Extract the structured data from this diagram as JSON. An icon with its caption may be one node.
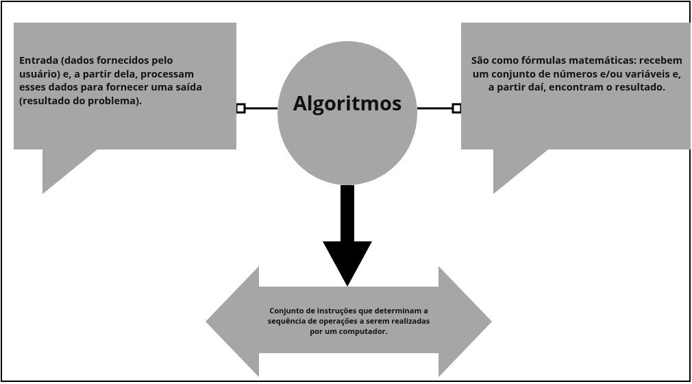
{
  "diagram": {
    "nodes": [
      {
        "text": [
          "Entrada (dados fornecidos pelo usuário) e, a partir dela, processam esses dados para fornecer uma saída (resultado do problema)."
        ]
      },
      {
        "text": [
          "Algoritmos"
        ]
      },
      {
        "text": [
          "São como fórmulas matemáticas: recebem um conjunto de números e/ou variáveis e, a partir daí, encontram o resultado."
        ]
      },
      {
        "text": [
          "Conjunto de instruções que determinam a sequência de operações a serem realizadas por um computador."
        ]
      }
    ],
    "edges": [
      {
        "from": 1,
        "to": 0,
        "arrow": "other"
      },
      {
        "from": 1,
        "to": 2,
        "arrow": "other"
      },
      {
        "from": 1,
        "to": 3,
        "arrow": "to",
        "style": "thick"
      }
    ]
  }
}
